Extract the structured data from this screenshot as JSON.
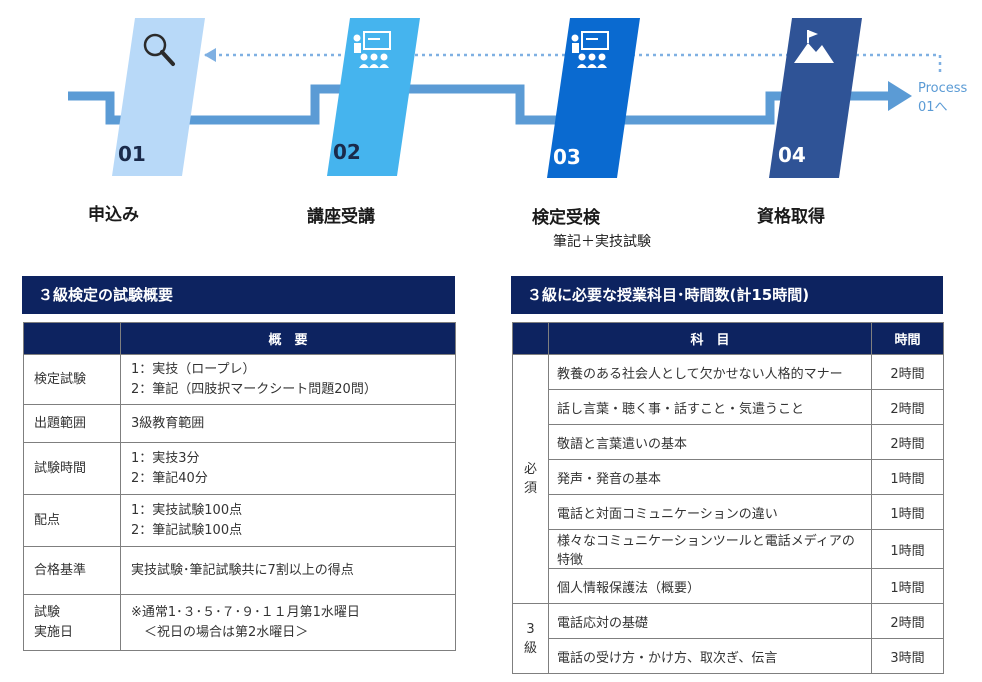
{
  "process": {
    "steps": [
      {
        "num": "01",
        "label": "申込み",
        "sub": "",
        "icon": "search-icon",
        "color": "#b8d9f8"
      },
      {
        "num": "02",
        "label": "講座受講",
        "sub": "",
        "icon": "lecture-icon",
        "color": "#45b4ee"
      },
      {
        "num": "03",
        "label": "検定受検",
        "sub": "筆記＋実技試験",
        "icon": "lecture-icon",
        "color": "#0a6ad0"
      },
      {
        "num": "04",
        "label": "資格取得",
        "sub": "",
        "icon": "mountain-flag-icon",
        "color": "#2f5396"
      }
    ],
    "loop_note": [
      "Process",
      "01へ"
    ],
    "arrow_color": "#5b9bd5"
  },
  "exam_overview": {
    "title": "３級検定の試験概要",
    "header": "概　要",
    "rows": [
      {
        "label": "検定試験",
        "lines": [
          "1：実技（ロープレ）",
          "2：筆記（四肢択マークシート問題20問）"
        ]
      },
      {
        "label": "出題範囲",
        "lines": [
          "3級教育範囲"
        ]
      },
      {
        "label": "試験時間",
        "lines": [
          "1：実技3分",
          "2：筆記40分"
        ]
      },
      {
        "label": "配点",
        "lines": [
          "1：実技試験100点",
          "2：筆記試験100点"
        ]
      },
      {
        "label": "合格基準",
        "lines": [
          "実技試験･筆記試験共に7割以上の得点"
        ]
      },
      {
        "label": "試験\n実施日",
        "lines": [
          "※通常1･３･５･７･９･１１月第1水曜日",
          "　＜祝日の場合は第2水曜日＞"
        ]
      }
    ]
  },
  "subjects": {
    "title": "３級に必要な授業科目･時間数(計15時間)",
    "header_subject": "科　目",
    "header_hours": "時間",
    "groups": [
      {
        "category": "必\n須",
        "rows": [
          {
            "subject": "教養のある社会人として欠かせない人格的マナー",
            "hours": "2時間"
          },
          {
            "subject": "話し言葉・聴く事・話すこと・気遣うこと",
            "hours": "2時間"
          },
          {
            "subject": "敬語と言葉遣いの基本",
            "hours": "2時間"
          },
          {
            "subject": "発声・発音の基本",
            "hours": "1時間"
          },
          {
            "subject": "電話と対面コミュニケーションの違い",
            "hours": "1時間"
          },
          {
            "subject": "様々なコミュニケーションツールと電話メディアの特徴",
            "hours": "1時間"
          },
          {
            "subject": "個人情報保護法（概要）",
            "hours": "1時間"
          }
        ]
      },
      {
        "category": "3\n級",
        "rows": [
          {
            "subject": "電話応対の基礎",
            "hours": "2時間"
          },
          {
            "subject": "電話の受け方・かけ方、取次ぎ、伝言",
            "hours": "3時間"
          }
        ]
      }
    ]
  }
}
